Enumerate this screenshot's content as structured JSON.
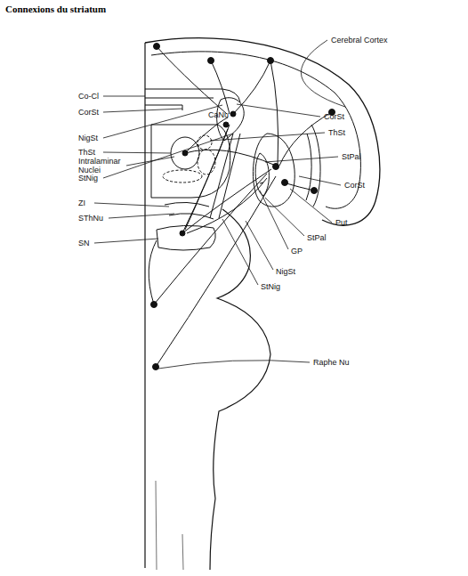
{
  "diagram": {
    "title": "Connexions du striatum",
    "labels": [
      "Cerebral Cortex",
      "Co-Cl",
      "CorSt",
      "CaNu",
      "CorSt",
      "NigSt",
      "ThSt",
      "ThSt",
      "Intralaminar Nuclei",
      "StPal",
      "StNig",
      "CorSt",
      "ZI",
      "SThNu",
      "Put",
      "SN",
      "StPal",
      "GP",
      "NigSt",
      "StNig",
      "Raphe Nu"
    ]
  }
}
